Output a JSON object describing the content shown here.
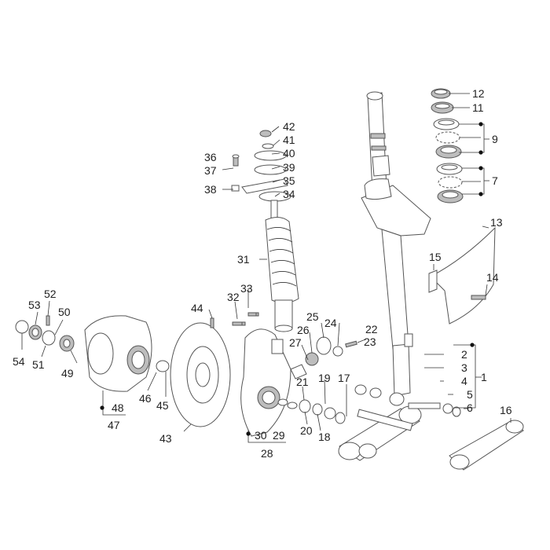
{
  "diagram": {
    "callouts": [
      {
        "id": "c1",
        "text": "1"
      },
      {
        "id": "c2",
        "text": "2"
      },
      {
        "id": "c3",
        "text": "3"
      },
      {
        "id": "c4",
        "text": "4"
      },
      {
        "id": "c5",
        "text": "5"
      },
      {
        "id": "c6",
        "text": "6"
      },
      {
        "id": "c7",
        "text": "7"
      },
      {
        "id": "c9",
        "text": "9"
      },
      {
        "id": "c11",
        "text": "11"
      },
      {
        "id": "c12",
        "text": "12"
      },
      {
        "id": "c13",
        "text": "13"
      },
      {
        "id": "c14",
        "text": "14"
      },
      {
        "id": "c15",
        "text": "15"
      },
      {
        "id": "c16",
        "text": "16"
      },
      {
        "id": "c17",
        "text": "17"
      },
      {
        "id": "c18",
        "text": "18"
      },
      {
        "id": "c19",
        "text": "19"
      },
      {
        "id": "c20",
        "text": "20"
      },
      {
        "id": "c21",
        "text": "21"
      },
      {
        "id": "c22",
        "text": "22"
      },
      {
        "id": "c23",
        "text": "23"
      },
      {
        "id": "c24",
        "text": "24"
      },
      {
        "id": "c25",
        "text": "25"
      },
      {
        "id": "c26",
        "text": "26"
      },
      {
        "id": "c27",
        "text": "27"
      },
      {
        "id": "c28",
        "text": "28"
      },
      {
        "id": "c29",
        "text": "29"
      },
      {
        "id": "c30",
        "text": "30"
      },
      {
        "id": "c31",
        "text": "31"
      },
      {
        "id": "c32",
        "text": "32"
      },
      {
        "id": "c33",
        "text": "33"
      },
      {
        "id": "c34",
        "text": "34"
      },
      {
        "id": "c35",
        "text": "35"
      },
      {
        "id": "c36",
        "text": "36"
      },
      {
        "id": "c37",
        "text": "37"
      },
      {
        "id": "c38",
        "text": "38"
      },
      {
        "id": "c39",
        "text": "39"
      },
      {
        "id": "c40",
        "text": "40"
      },
      {
        "id": "c41",
        "text": "41"
      },
      {
        "id": "c42",
        "text": "42"
      },
      {
        "id": "c43",
        "text": "43"
      },
      {
        "id": "c44",
        "text": "44"
      },
      {
        "id": "c45",
        "text": "45"
      },
      {
        "id": "c46",
        "text": "46"
      },
      {
        "id": "c47",
        "text": "47"
      },
      {
        "id": "c48",
        "text": "48"
      },
      {
        "id": "c49",
        "text": "49"
      },
      {
        "id": "c50",
        "text": "50"
      },
      {
        "id": "c51",
        "text": "51"
      },
      {
        "id": "c52",
        "text": "52"
      },
      {
        "id": "c53",
        "text": "53"
      },
      {
        "id": "c54",
        "text": "54"
      }
    ]
  }
}
